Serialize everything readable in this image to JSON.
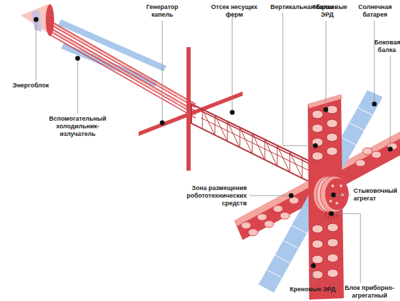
{
  "diagram": {
    "labels": [
      "Генератор капель",
      "Отсек несущих ферм",
      "Вертикальная балка",
      "Маршевые ЭРД",
      "Солнечная батарея",
      "Боковая балка",
      "Энергоблок",
      "Вспомогательный холодильник-излучатель",
      "Зона размещения робототехнических средств",
      "Стыковочный агрегат",
      "Креновые ЭРД",
      "Блок приборно-агрегатный"
    ]
  }
}
